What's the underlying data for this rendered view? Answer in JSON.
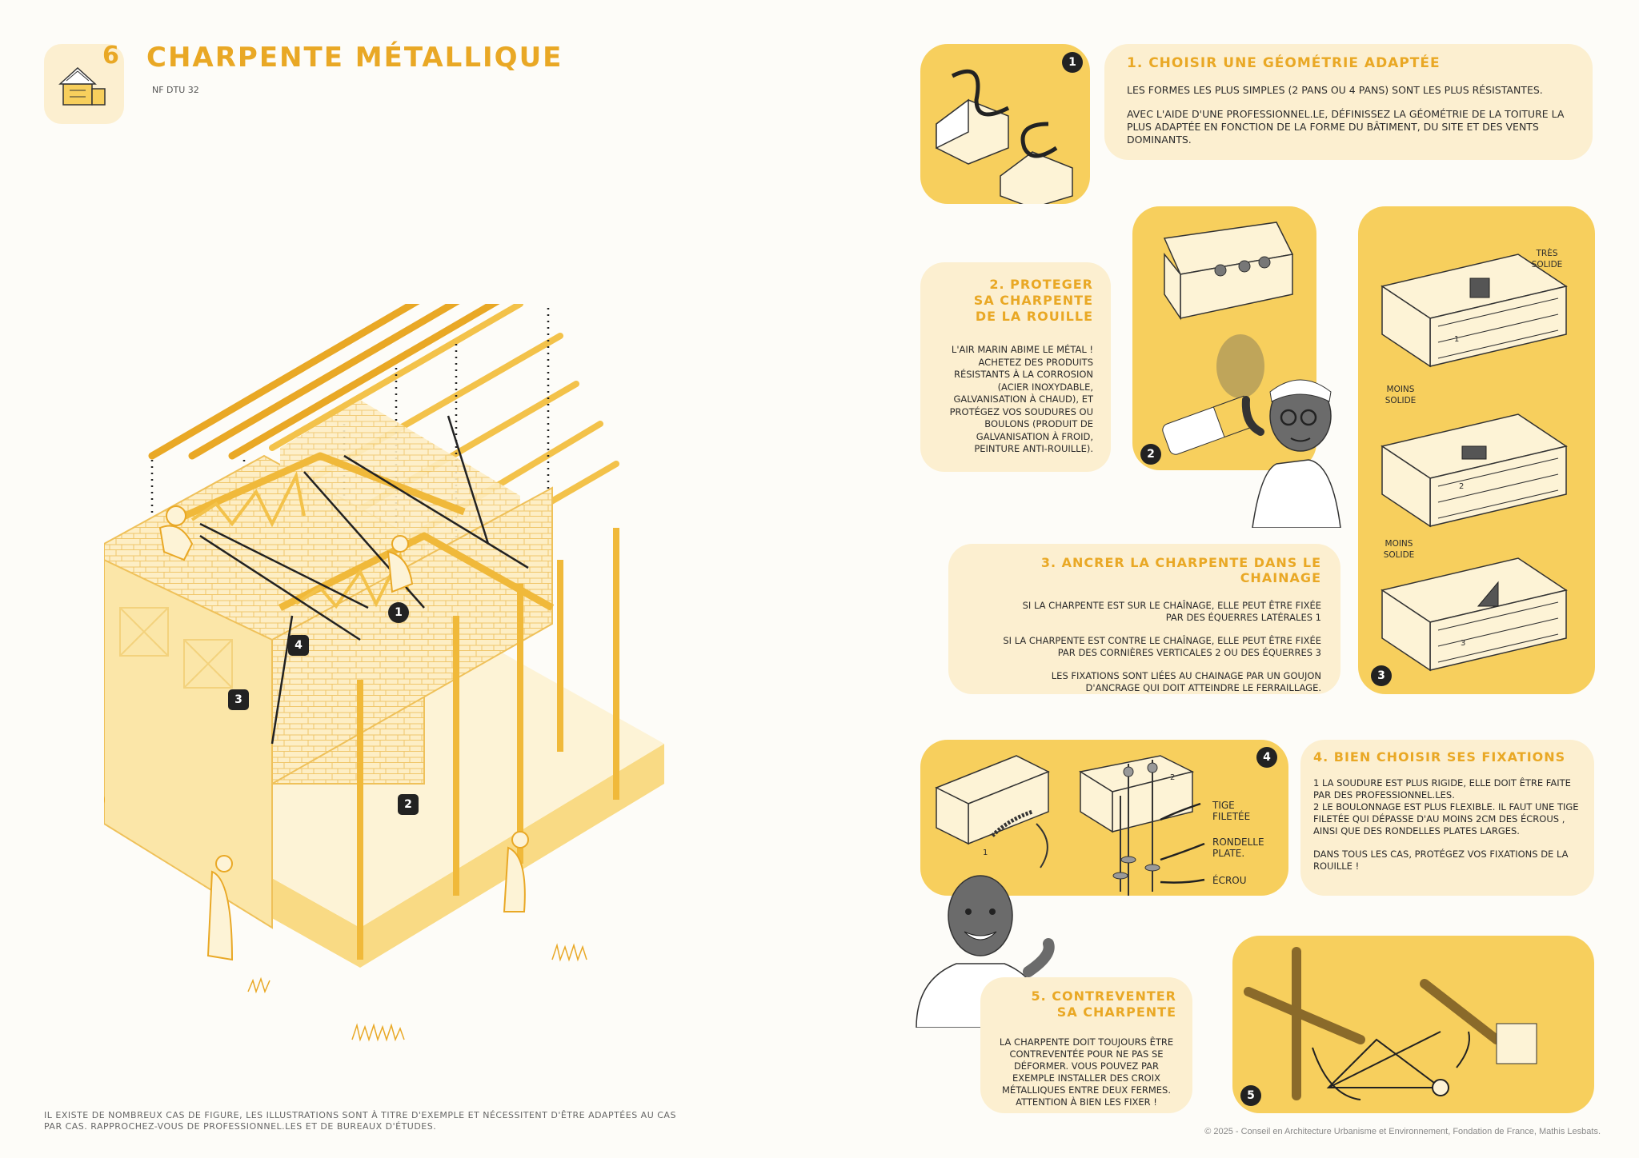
{
  "header": {
    "chapter_number": "6",
    "title": "CHARPENTE MÉTALLIQUE",
    "norm": "NF DTU 32"
  },
  "left_note": "IL EXISTE DE NOMBREUX CAS DE FIGURE, LES ILLUSTRATIONS SONT À TITRE D'EXEMPLE ET NÉCESSITENT D'ÊTRE ADAPTÉES AU CAS PAR CAS. RAPPROCHEZ-VOUS DE PROFESSIONNEL.LES ET DE BUREAUX D'ÉTUDES.",
  "callouts": {
    "c1": "1",
    "c2": "2",
    "c3": "3",
    "c4": "4"
  },
  "sections": {
    "s1": {
      "badge": "1",
      "title": "1. CHOISIR UNE GÉOMÉTRIE ADAPTÉE",
      "p1": "LES FORMES LES PLUS SIMPLES (2 PANS OU 4 PANS) SONT LES PLUS RÉSISTANTES.",
      "p2": "AVEC L'AIDE D'UNE PROFESSIONNEL.LE, DÉFINISSEZ LA GÉOMÉTRIE DE LA TOITURE LA PLUS ADAPTÉE EN FONCTION DE LA FORME DU BÂTIMENT, DU SITE ET DES VENTS DOMINANTS."
    },
    "s2": {
      "badge": "2",
      "title": "2. PROTEGER SA CHARPENTE DE LA ROUILLE",
      "p1": "L'AIR MARIN ABIME LE MÉTAL ! ACHETEZ DES PRODUITS RÉSISTANTS À LA CORROSION (ACIER INOXYDABLE, GALVANISATION À CHAUD), ET PROTÉGEZ VOS SOUDURES OU BOULONS (PRODUIT DE GALVANISATION À FROID, PEINTURE ANTI-ROUILLE)."
    },
    "s3": {
      "badge": "3",
      "title": "3. ANCRER LA CHARPENTE DANS LE CHAINAGE",
      "p1": "SI LA CHARPENTE EST SUR LE CHAÎNAGE, ELLE PEUT ÊTRE FIXÉE PAR DES ÉQUERRES LATÉRALES 1",
      "p2": "SI LA CHARPENTE EST CONTRE LE CHAÎNAGE, ELLE PEUT ÊTRE FIXÉE PAR DES CORNIÈRES VERTICALES 2 OU DES ÉQUERRES 3",
      "p3": "LES FIXATIONS SONT LIÉES AU CHAINAGE PAR UN GOUJON D'ANCRAGE QUI DOIT ATTEINDRE LE FERRAILLAGE.",
      "label_tres_solide": "TRÈS SOLIDE",
      "label_moins_solide_a": "MOINS SOLIDE",
      "label_moins_solide_b": "MOINS SOLIDE",
      "fig_1": "1",
      "fig_2": "2",
      "fig_3": "3"
    },
    "s4": {
      "badge": "4",
      "title": "4. BIEN CHOISIR SES FIXATIONS",
      "p1": "1 LA SOUDURE EST PLUS RIGIDE, ELLE DOIT ÊTRE FAITE PAR DES PROFESSIONNEL.LES.",
      "p2": "2 LE BOULONNAGE EST PLUS FLEXIBLE. IL FAUT UNE TIGE FILETÉE QUI DÉPASSE D'AU MOINS 2cm DES ÉCROUS , AINSI QUE DES RONDELLES PLATES LARGES.",
      "p3": "DANS TOUS LES CAS, PROTÉGEZ VOS FIXATIONS DE LA ROUILLE !",
      "label_tige": "TIGE FILETÉE",
      "label_rondelle": "RONDELLE PLATE.",
      "label_ecrou": "ÉCROU",
      "fig_1": "1",
      "fig_2": "2"
    },
    "s5": {
      "badge": "5",
      "title": "5. CONTREVENTER SA CHARPENTE",
      "p1": "LA CHARPENTE DOIT TOUJOURS ÊTRE CONTREVENTÉE POUR NE PAS SE DÉFORMER. VOUS POUVEZ PAR EXEMPLE INSTALLER DES CROIX MÉTALLIQUES ENTRE DEUX FERMES. ATTENTION À BIEN LES FIXER !"
    }
  },
  "footer": {
    "copyright": "© 2025 - Conseil en Architecture Urbanisme et Environnement, Fondation de France, Mathis Lesbats."
  },
  "colors": {
    "accent": "#e9a825",
    "panel": "#f7cf5d",
    "cream": "#fcefd0",
    "ink": "#222222"
  }
}
